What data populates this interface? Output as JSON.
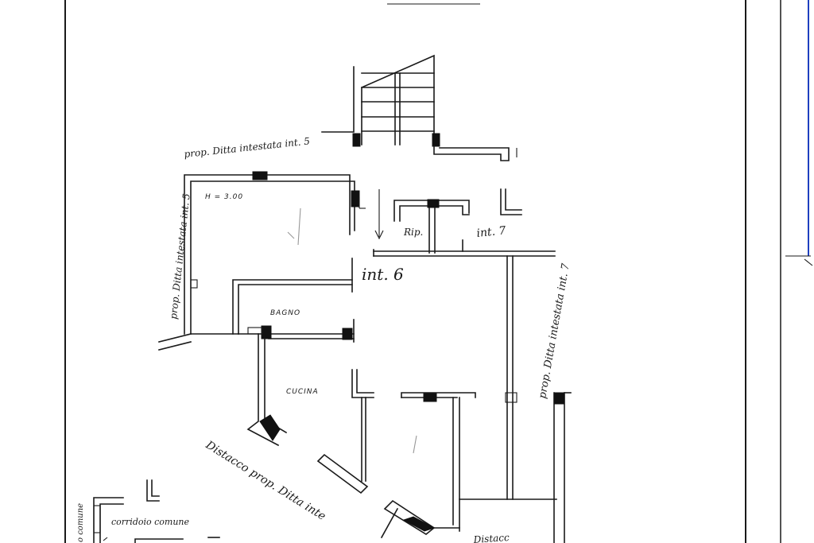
{
  "labels": {
    "prop_ditta_int5_top": "prop. Ditta intestata int. 5",
    "prop_ditta_int5_left": "prop. Ditta intestata int. 5",
    "height_note": "H = 3.00",
    "rip": "Rip.",
    "int7_room": "int. 7",
    "int6": "int. 6",
    "bagno": "BAGNO",
    "cucina": "CUCINA",
    "prop_ditta_int7_right": "prop. Ditta intestata int. 7",
    "distacco_prop": "Distacco prop. Ditta inte",
    "corridoio_comune": "corridoio comune",
    "comune_left": "o comune",
    "distacco_bottom": "Distacc"
  },
  "colors": {
    "ink": "#1a1a1a",
    "frame_blue": "#1f3fbf"
  },
  "icons": {
    "arrow": "down-arrow-icon"
  }
}
